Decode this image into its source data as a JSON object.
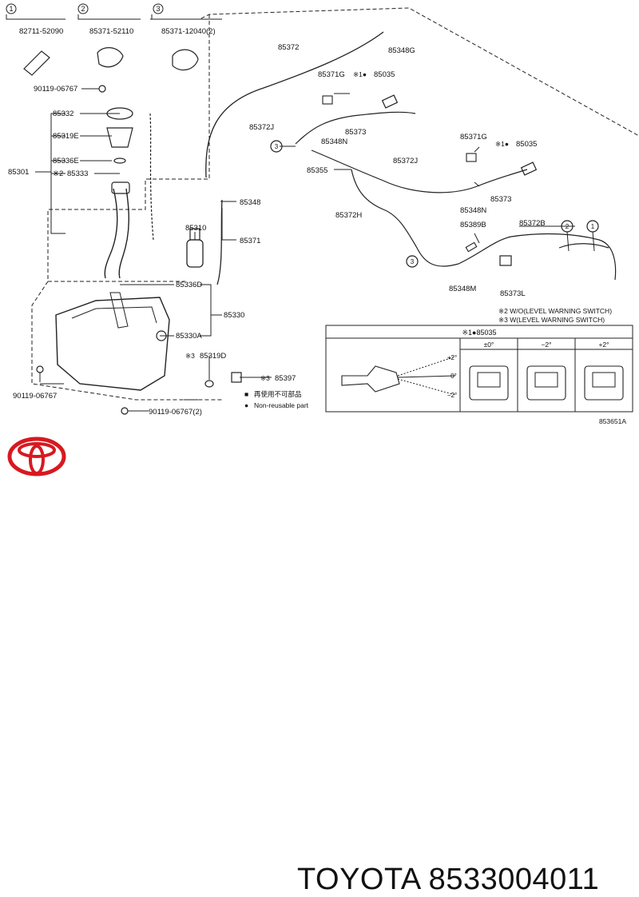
{
  "diagram": {
    "top_parts": [
      {
        "index": "1",
        "part_no": "82711-52090"
      },
      {
        "index": "2",
        "part_no": "85371-52110"
      },
      {
        "index": "3",
        "part_no": "85371-12040(2)"
      }
    ],
    "labels": {
      "l_90119_top": "90119-06767",
      "l_85332": "85332",
      "l_85319E": "85319E",
      "l_85336E": "85336E",
      "l_85301": "85301",
      "l_85333_mark": "※2",
      "l_85333": "85333",
      "l_85372": "85372",
      "l_85348G": "85348G",
      "l_85371G_a": "85371G",
      "l_85035_a_mark": "※1●",
      "l_85035_a": "85035",
      "l_85372J_a": "85372J",
      "l_85348N_a": "85348N",
      "l_85373_a": "85373",
      "l_85355": "85355",
      "l_85371G_b": "85371G",
      "l_85035_b_mark": "※1●",
      "l_85035_b": "85035",
      "l_85372J_b": "85372J",
      "l_85348N_b": "85348N",
      "l_85373_b": "85373",
      "l_85372H": "85372H",
      "l_85389B": "85389B",
      "l_85372B": "85372B",
      "l_85348M": "85348M",
      "l_85373L": "85373L",
      "l_85348": "85348",
      "l_85310": "85310",
      "l_85371": "85371",
      "l_85336D": "85336D",
      "l_85330": "85330",
      "l_85330A": "85330A",
      "l_85319D_mark": "※3",
      "l_85319D": "85319D",
      "l_85397_mark": "※3",
      "l_85397": "85397",
      "l_90119_left": "90119-06767",
      "l_90119_bottom": "90119-06767(2)"
    },
    "notes": [
      "※2 W/O(LEVEL WARNING SWITCH)",
      "※3 W(LEVEL WARNING SWITCH)"
    ],
    "legend": [
      {
        "symbol": "■",
        "text": "再使用不可部品"
      },
      {
        "symbol": "●",
        "text": "Non-reusable part"
      }
    ],
    "inset": {
      "title": "※1●85035",
      "angle_cols": [
        "±0°",
        "−2°",
        "+2°"
      ],
      "angle_labels": [
        "+2°",
        "0°",
        "−2°"
      ]
    },
    "diagram_code": "853651A"
  },
  "brand": {
    "name_and_part": "TOYOTA 8533004011",
    "logo": "toyota-logo-icon",
    "color": "#d71920"
  }
}
